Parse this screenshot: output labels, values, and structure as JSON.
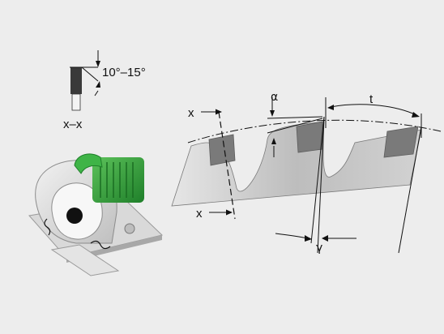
{
  "labels": {
    "tooth_angle": "10°–15°",
    "section": "x–x",
    "x_top": "x",
    "x_bottom": "x",
    "alpha": "α",
    "gamma": "γ",
    "pitch": "t"
  },
  "colors": {
    "background": "#ededed",
    "saw_green": "#2fa336",
    "carbide_tip": "#7a7a7a",
    "blade_grey": "#c4c4c4",
    "line": "#111111"
  },
  "icons": {
    "saw": "circular-saw-icon"
  }
}
